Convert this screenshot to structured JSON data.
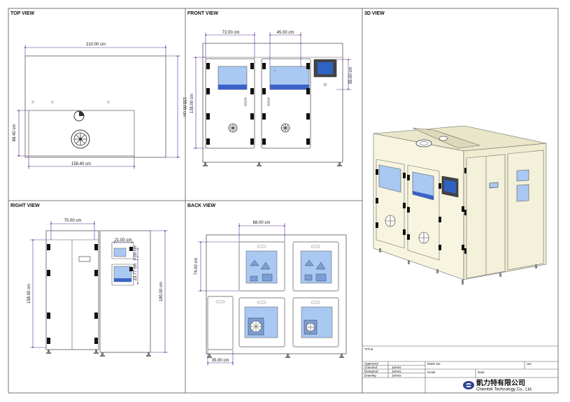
{
  "views": {
    "top": "TOP VIEW",
    "front": "FRONT VIEW",
    "view_3d": "3D VIEW",
    "right": "RIGHT VIEW",
    "back": "BACK VIEW"
  },
  "dimensions": {
    "top_width": "210.00 cm",
    "top_depth": "135.00 cm",
    "top_panel_h": "68.40 cm",
    "top_panel_w": "158.40 cm",
    "front_left_w": "72.00 cm",
    "front_right_w": "45.00 cm",
    "front_height": "135.00 cm",
    "front_screen": "35.00 cm",
    "right_width": "70.00 cm",
    "right_small_w": "21.00 cm",
    "right_small_h1": "9.00 cm",
    "right_small_h2": "23.77 cm",
    "right_height_left": "158.00 cm",
    "right_height_right": "180.00 cm",
    "back_top_w": "68.00 cm",
    "back_height": "74.00 cm",
    "back_door_w": "35.00 cm"
  },
  "title_block": {
    "title_label": "TITLE",
    "rows": [
      {
        "label": "Approved",
        "name": ""
      },
      {
        "label": "Checked",
        "name": "James"
      },
      {
        "label": "Designed",
        "name": "James"
      },
      {
        "label": "Drawing",
        "name": "James"
      }
    ],
    "dwg_label": "DWG No.",
    "scale_label": "Scale",
    "date_label": "Date",
    "ver_label": "Ver.",
    "company_cn": "凱力特有限公司",
    "company_en": "Chemtek Technology Co., Ltd."
  },
  "colors": {
    "frame": "#555555",
    "dim_line": "#5b2d90",
    "cabinet_face": "#f7f5e0",
    "window_blue": "#a9c8f2",
    "window_band": "#3b62c9",
    "latch": "#111111"
  }
}
